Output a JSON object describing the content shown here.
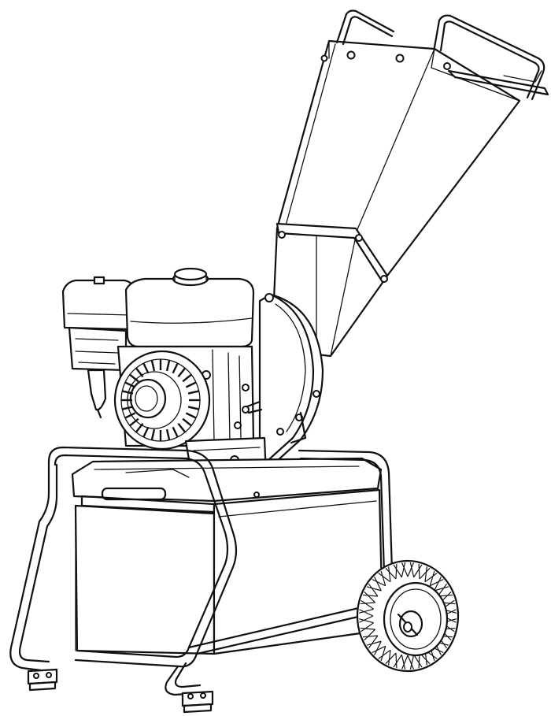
{
  "figure": {
    "subject": "wood-chipper-shredder",
    "style": "black-and-white line drawing",
    "colors": {
      "line": "#111111",
      "background": "#ffffff"
    },
    "components": [
      "feed-hopper",
      "hopper-handle",
      "engine",
      "fuel-tank",
      "recoil-starter",
      "air-filter",
      "cutting-housing",
      "collection-box",
      "tubular-frame",
      "wheel",
      "support-feet"
    ]
  }
}
